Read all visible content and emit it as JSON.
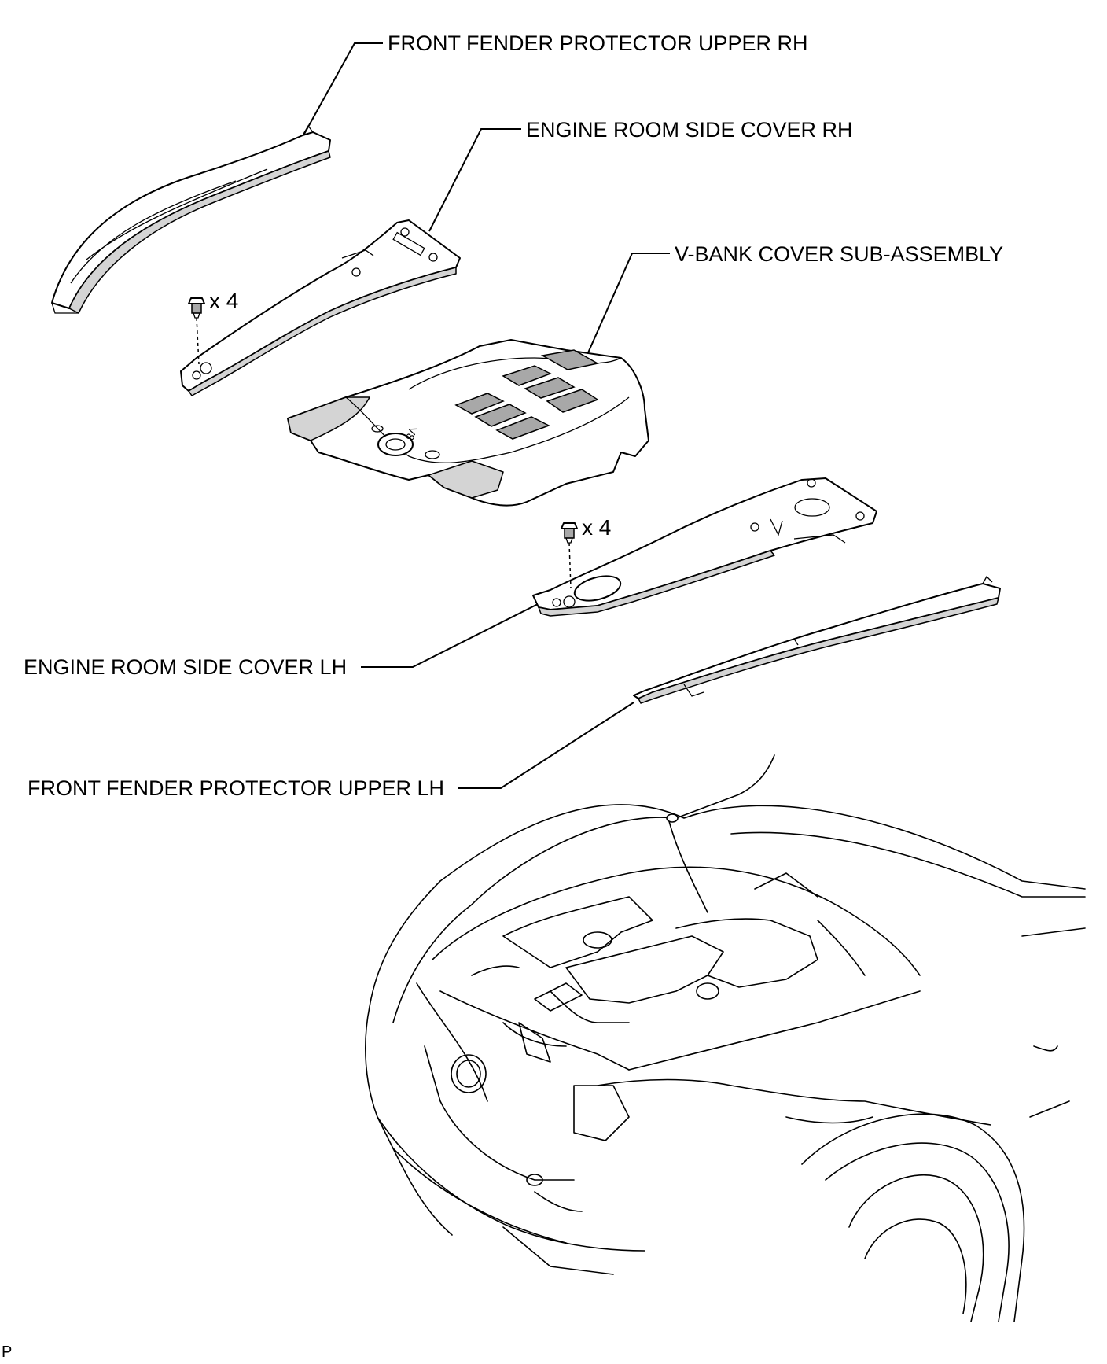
{
  "labels": {
    "fender_rh": "FRONT FENDER PROTECTOR UPPER RH",
    "side_cover_rh": "ENGINE ROOM SIDE COVER RH",
    "vbank_cover": "V-BANK COVER SUB-ASSEMBLY",
    "side_cover_lh": "ENGINE ROOM SIDE COVER LH",
    "fender_lh": "FRONT FENDER PROTECTOR UPPER LH"
  },
  "fasteners": {
    "clip_rh_qty": "x 4",
    "clip_lh_qty": "x 4"
  },
  "figure_id": "P"
}
